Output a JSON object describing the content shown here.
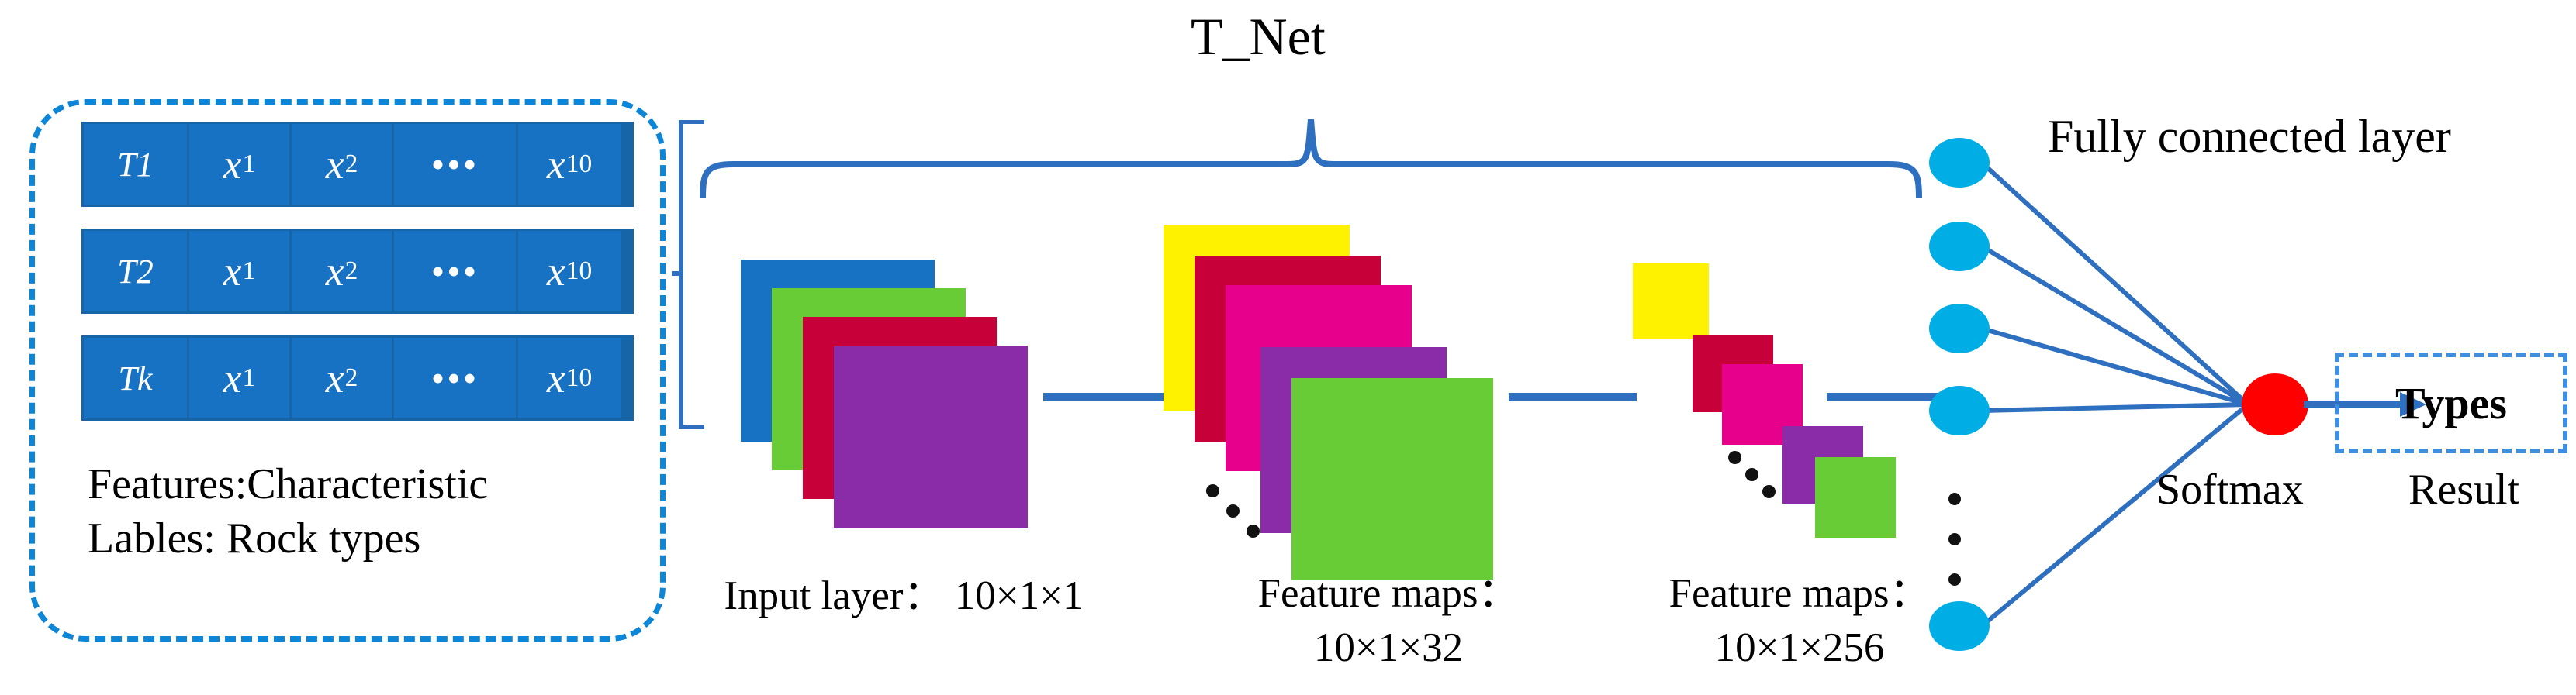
{
  "diagram": {
    "title": "T_Net",
    "type": "cnn-architecture"
  },
  "data_panel": {
    "columns": [
      "tag",
      "x1",
      "x2",
      "ellipsis",
      "x10"
    ],
    "rows": [
      {
        "tag": "T1",
        "x1": "x",
        "x1_sub": "1",
        "x2": "x",
        "x2_sub": "2",
        "dots": "•••",
        "xn": "x",
        "xn_sub": "10"
      },
      {
        "tag": "T2",
        "x1": "x",
        "x1_sub": "1",
        "x2": "x",
        "x2_sub": "2",
        "dots": "•••",
        "xn": "x",
        "xn_sub": "10"
      },
      {
        "tag": "Tk",
        "x1": "x",
        "x1_sub": "1",
        "x2": "x",
        "x2_sub": "2",
        "dots": "•••",
        "xn": "x",
        "xn_sub": "10"
      }
    ],
    "caption_line1": "Features:Characteristic",
    "caption_line2": "Lables: Rock types",
    "border_color": "#0d86d8",
    "cell_color": "#1872c4"
  },
  "layers": [
    {
      "name": "input-layer",
      "caption_line1": "Input layer：",
      "caption_line2": "10×1×1",
      "caption_inline": "Input layer：  10×1×1",
      "dims": "10×1×1",
      "colors": [
        "#1872c4",
        "#68CC37",
        "#C70039",
        "#8A2BA8"
      ],
      "has_ellipsis": false
    },
    {
      "name": "feature-maps-32",
      "caption_line1": "Feature maps：",
      "caption_line2": "10×1×32",
      "dims": "10×1×32",
      "colors": [
        "#FFF200",
        "#C70039",
        "#E6008C",
        "#8A2BA8",
        "#68CC37"
      ],
      "has_ellipsis": true
    },
    {
      "name": "feature-maps-256",
      "caption_line1": "Feature maps：",
      "caption_line2": "10×1×256",
      "dims": "10×1×256",
      "colors": [
        "#FFF200",
        "#C70039",
        "#E6008C",
        "#8A2BA8",
        "#68CC37"
      ],
      "has_ellipsis": true
    }
  ],
  "fully_connected": {
    "label": "Fully connected layer",
    "neuron_color": "#00AEE6",
    "neuron_count_shown": 5,
    "ellipsis": "•••"
  },
  "softmax": {
    "label": "Softmax",
    "node_color": "#FE0000"
  },
  "output": {
    "box_label": "Types",
    "caption": "Result",
    "box_border_color": "#3f8fe0"
  },
  "colors": {
    "accent_blue": "#2f6fbf",
    "dashed_blue": "#0d86d8",
    "red": "#FE0000",
    "cyan": "#00AEE6"
  }
}
